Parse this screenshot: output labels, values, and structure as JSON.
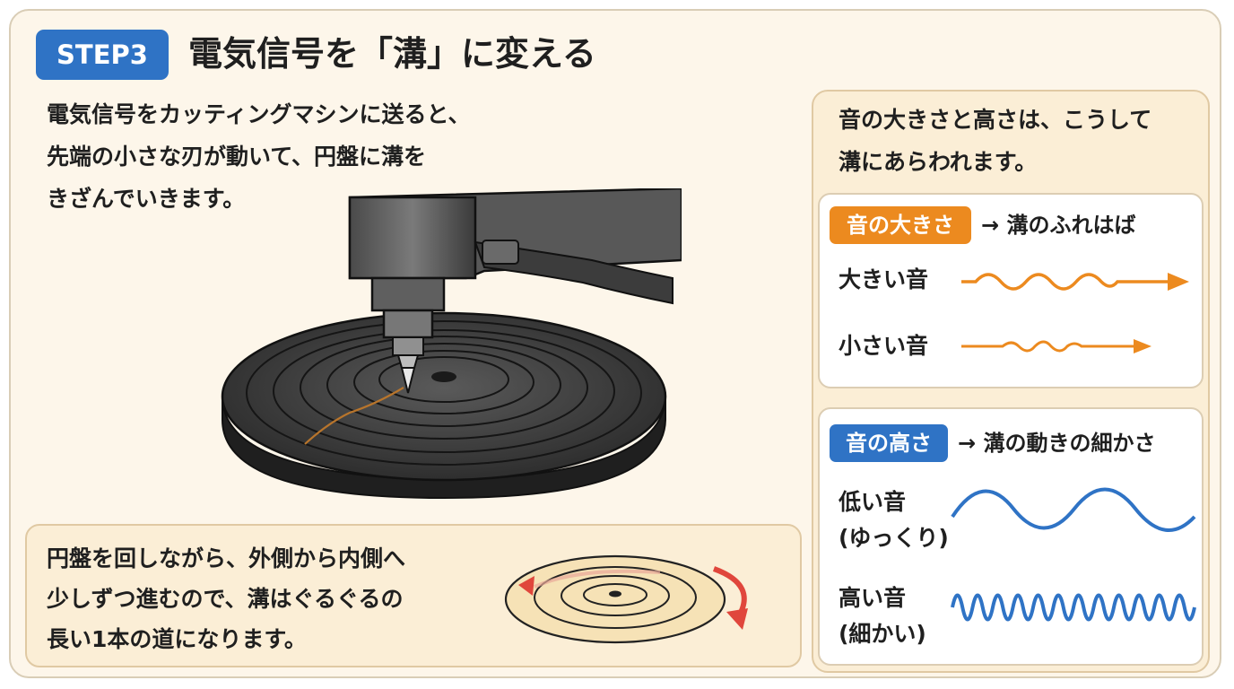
{
  "header": {
    "step_badge": "STEP3",
    "title": "電気信号を「溝」に変える"
  },
  "intro_lines": [
    "電気信号をカッティングマシンに送ると、",
    "先端の小さな刃が動いて、円盤に溝を",
    "きざんでいきます。"
  ],
  "bottom_note_lines": [
    "円盤を回しながら、外側から内側へ",
    "少しずつ進むので、溝はぐるぐるの",
    "長い1本の道になります。"
  ],
  "side_panel": {
    "heading_lines": [
      "音の大きさと高さは、こうして",
      "溝にあらわれます。"
    ],
    "volume": {
      "tag": "音の大きさ",
      "arrow": "→",
      "description": "溝のふれはば",
      "loud_label": "大きい音",
      "soft_label": "小さい音"
    },
    "pitch": {
      "tag": "音の高さ",
      "arrow": "→",
      "description": "溝の動きの細かさ",
      "low_label": [
        "低い音",
        "(ゆっくり)"
      ],
      "high_label": [
        "高い音",
        "(細かい)"
      ]
    }
  },
  "colors": {
    "step_badge": "#2f73c5",
    "volume_accent": "#ec8a1f",
    "pitch_accent": "#2f73c5",
    "rotation_arrow": "#e0463c",
    "panel_fill": "#fbeed6",
    "card_fill": "#fdf6ea"
  },
  "icons": {
    "cutting_machine": "cutting-machine-illustration",
    "disc": "record-disc-illustration",
    "rotation": "rotation-arrow-icon"
  }
}
